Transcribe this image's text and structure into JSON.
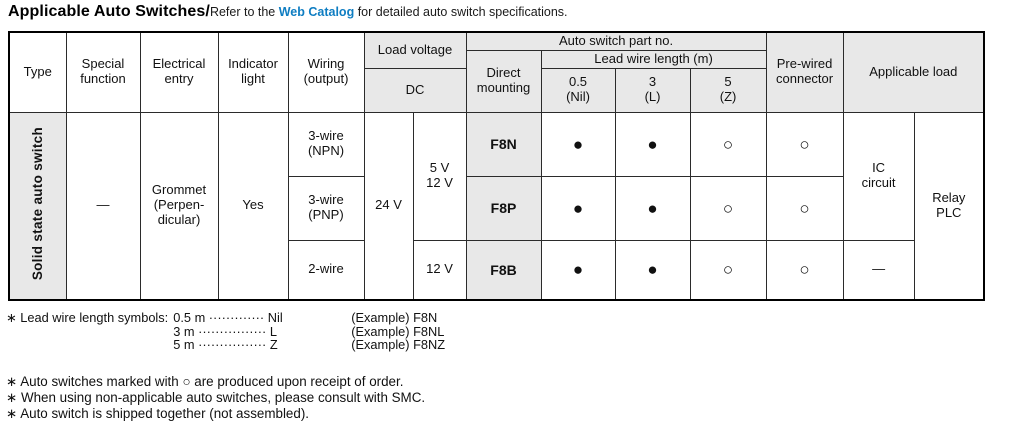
{
  "title": {
    "main": "Applicable Auto Switches/",
    "pre": "Refer to the ",
    "link": "Web Catalog",
    "post": " for detailed auto switch specifications."
  },
  "colors": {
    "accent_blue": "#0e7dc2",
    "header_gray": "#e8e8e8",
    "border_black": "#000000"
  },
  "table": {
    "headers": {
      "type": "Type",
      "special_function": "Special function",
      "electrical_entry": "Electrical entry",
      "indicator_light": "Indicator light",
      "wiring": "Wiring (output)",
      "load_voltage": "Load voltage",
      "dc": "DC",
      "auto_switch_part_no": "Auto switch part no.",
      "direct_mounting": "Direct mounting",
      "lead_wire_length": "Lead wire length (m)",
      "lead_cols": [
        {
          "value": "0.5",
          "symbol": "(Nil)"
        },
        {
          "value": "3",
          "symbol": "(L)"
        },
        {
          "value": "5",
          "symbol": "(Z)"
        }
      ],
      "pre_wired": "Pre-wired connector",
      "applicable_load": "Applicable load"
    },
    "body": {
      "type": "Solid state auto switch",
      "special_function": "—",
      "electrical_entry_lines": [
        "Grommet",
        "(Perpen-",
        "dicular)"
      ],
      "indicator_light": "Yes",
      "load_voltage_24": "24 V",
      "voltage_5_12": {
        "line1": "5 V",
        "line2": "12 V"
      },
      "voltage_12": "12 V",
      "rows": [
        {
          "wiring_line1": "3-wire",
          "wiring_line2": "(NPN)",
          "part_no": "F8N",
          "lead_05": "●",
          "lead_3": "●",
          "lead_5": "○",
          "pre_wired": "○"
        },
        {
          "wiring_line1": "3-wire",
          "wiring_line2": "(PNP)",
          "part_no": "F8P",
          "lead_05": "●",
          "lead_3": "●",
          "lead_5": "○",
          "pre_wired": "○"
        },
        {
          "wiring_line1": "2-wire",
          "wiring_line2": "",
          "part_no": "F8B",
          "lead_05": "●",
          "lead_3": "●",
          "lead_5": "○",
          "pre_wired": "○"
        }
      ],
      "applicable_load_ic": {
        "line1": "IC",
        "line2": "circuit"
      },
      "ic_row3": "—",
      "applicable_load_relay": {
        "line1": "Relay",
        "line2": "PLC"
      }
    }
  },
  "notes": {
    "lead_wire": {
      "label": "∗ Lead wire length symbols:",
      "rows": [
        {
          "left": "0.5 m ············· Nil",
          "example": "(Example) F8N"
        },
        {
          "left": "3 m ················ L",
          "example": "(Example) F8NL"
        },
        {
          "left": "5 m ················ Z",
          "example": "(Example) F8NZ"
        }
      ]
    },
    "bullets": [
      "∗ Auto switches marked with ○ are produced upon receipt of order.",
      "∗ When using non-applicable auto switches, please consult with SMC.",
      "∗ Auto switch is shipped together (not assembled)."
    ]
  }
}
